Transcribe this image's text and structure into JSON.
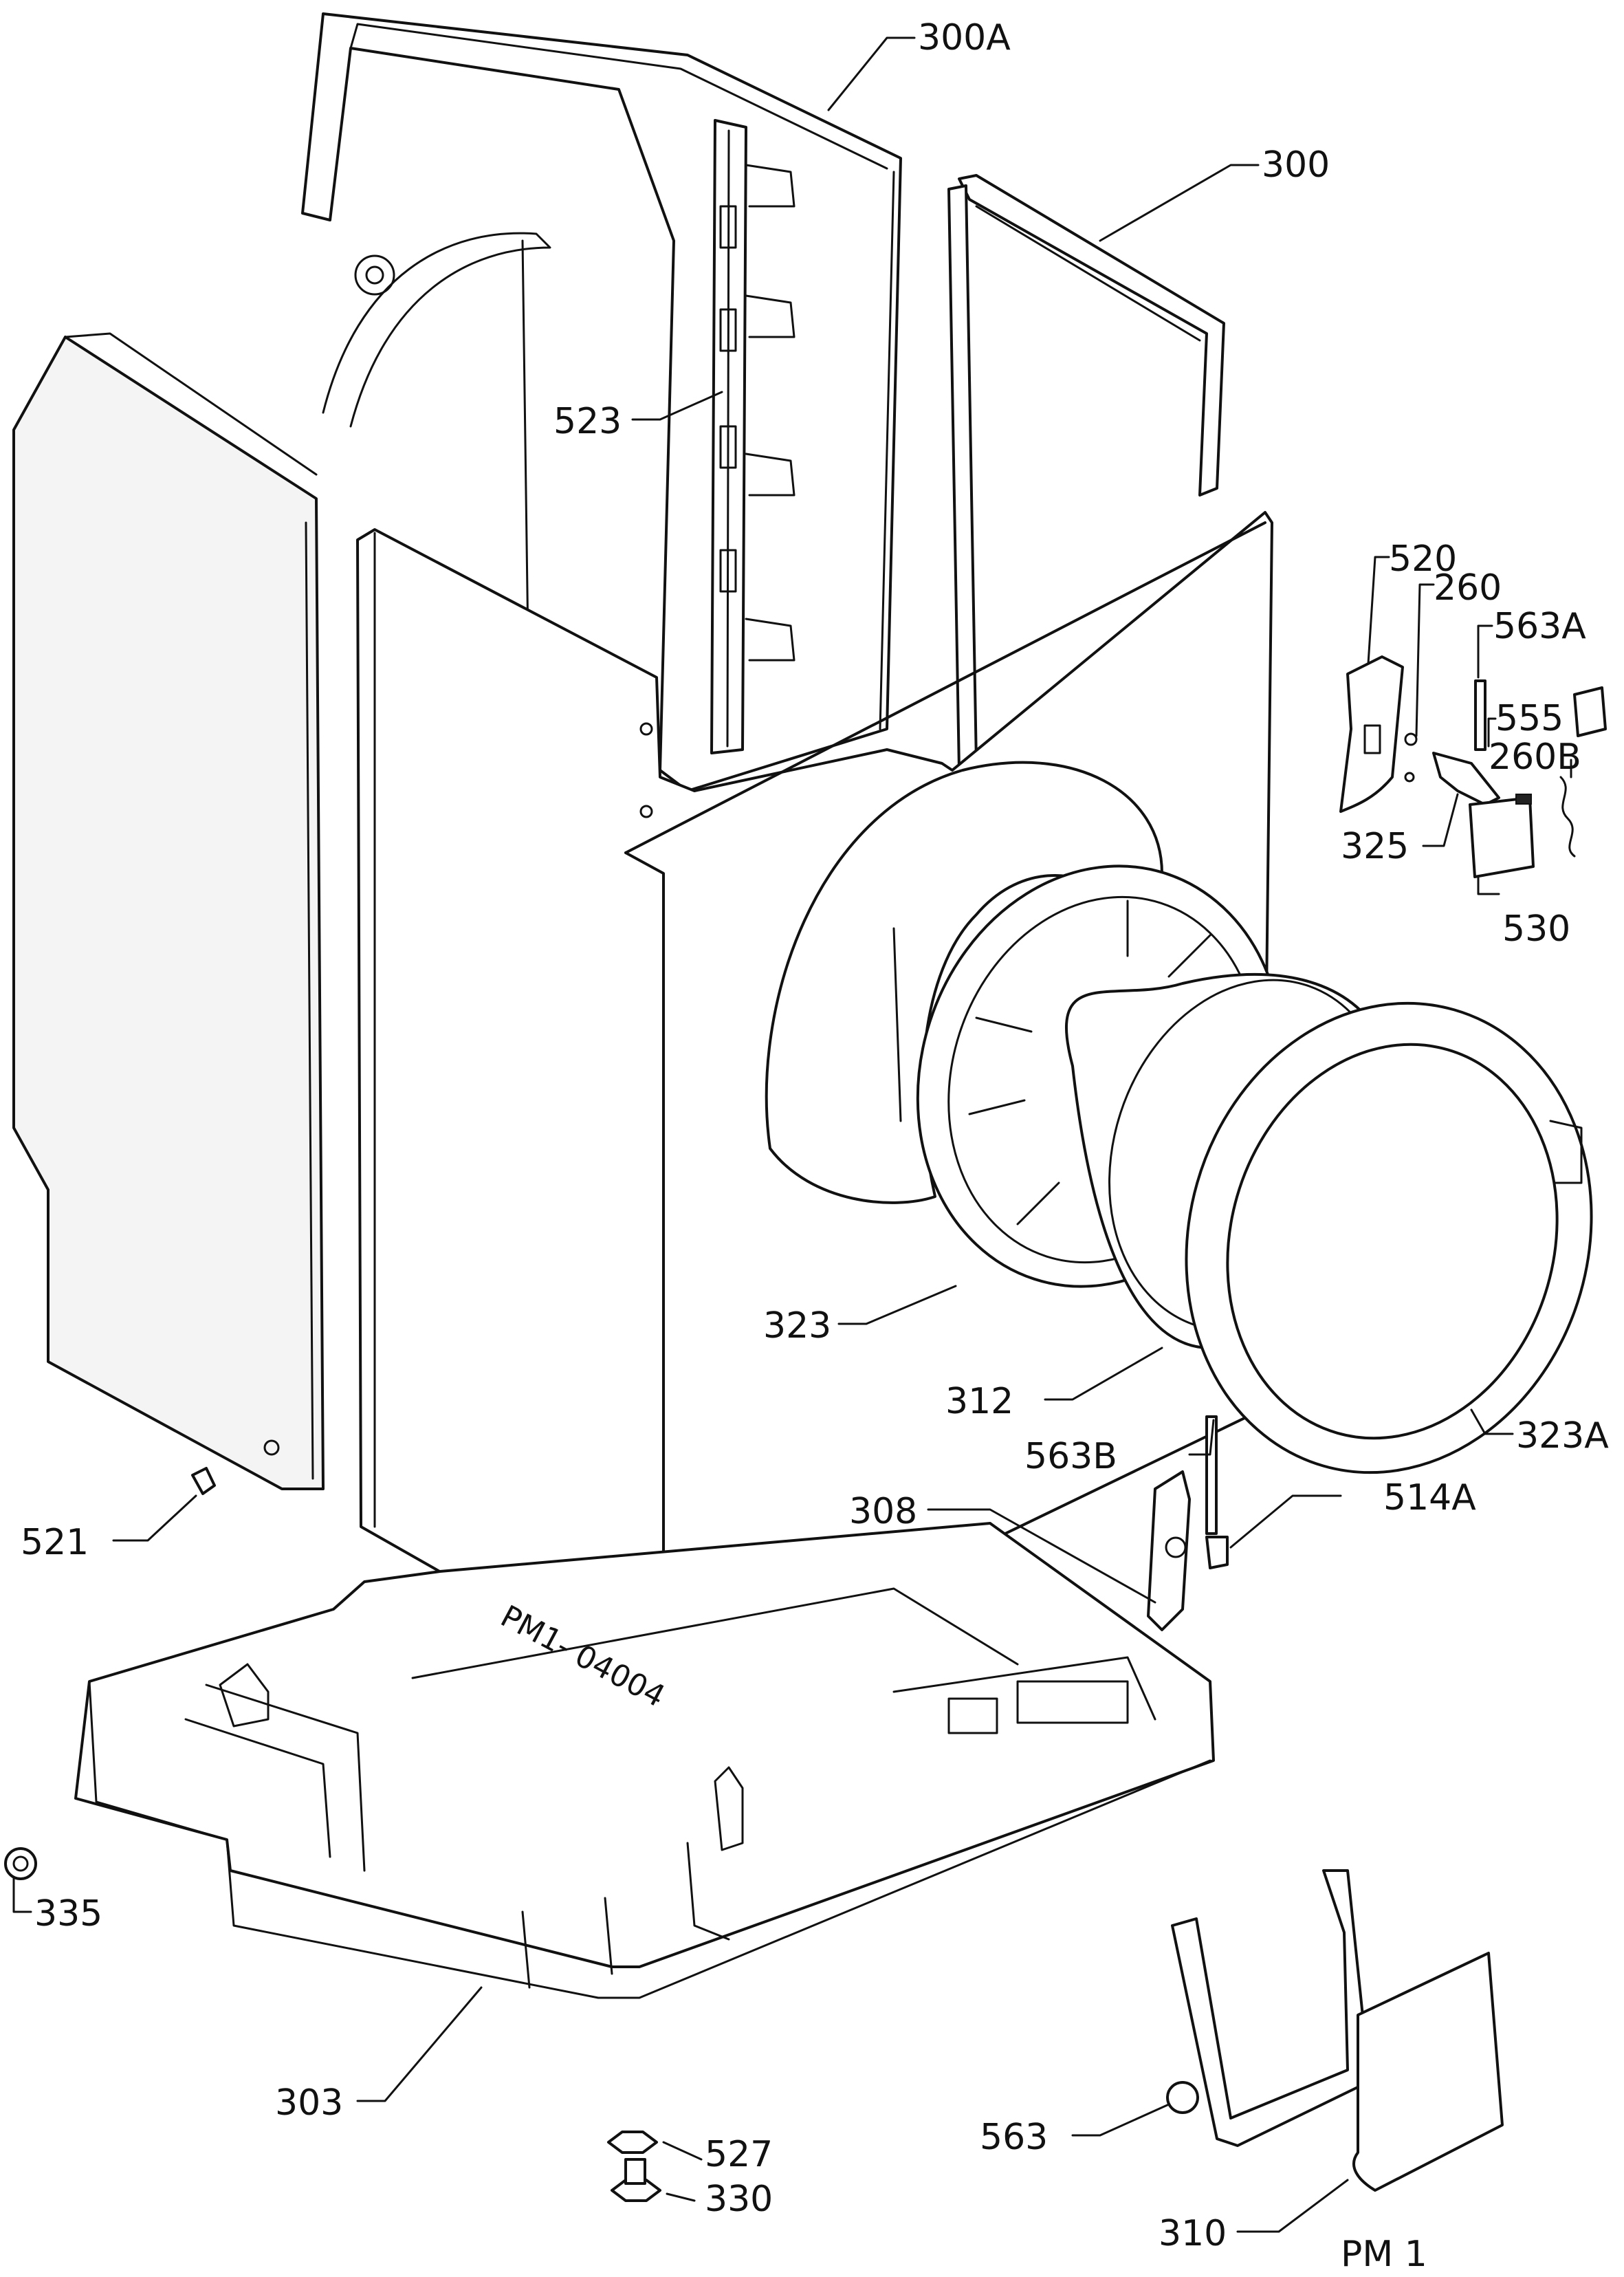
{
  "sheet_id": "PM 1",
  "margin_note": "PM1- 04004",
  "part_labels": {
    "p300A": "300A",
    "p300": "300",
    "p523": "523",
    "p520": "520",
    "p260": "260",
    "p563A": "563A",
    "p555": "555",
    "p260B": "260B",
    "p325": "325",
    "p530": "530",
    "p323": "323",
    "p312": "312",
    "p323A": "323A",
    "p563B": "563B",
    "p514A": "514A",
    "p308": "308",
    "p521": "521",
    "p335": "335",
    "p303": "303",
    "p527": "527",
    "p330": "330",
    "p563": "563",
    "p310": "310"
  },
  "colors": {
    "line": "#111111",
    "paper": "#ffffff",
    "shade": "#f4f4f4"
  }
}
